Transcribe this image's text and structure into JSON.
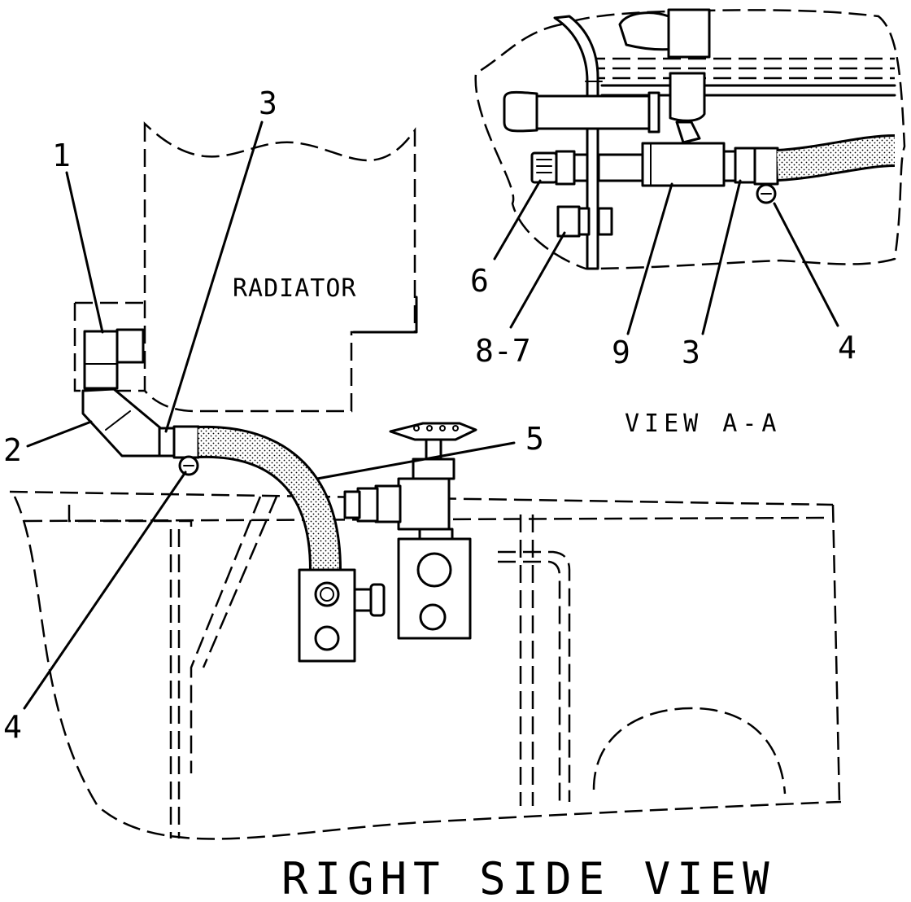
{
  "labels": {
    "radiator": "RADIATOR",
    "view_title": "VIEW A-A",
    "main_title": "RIGHT SIDE VIEW"
  },
  "callouts": {
    "c1": "1",
    "c2": "2",
    "c3_main": "3",
    "c4_main": "4",
    "c5": "5",
    "c6": "6",
    "c8_7": "8-7",
    "c9": "9",
    "c3_view": "3",
    "c4_view": "4"
  }
}
